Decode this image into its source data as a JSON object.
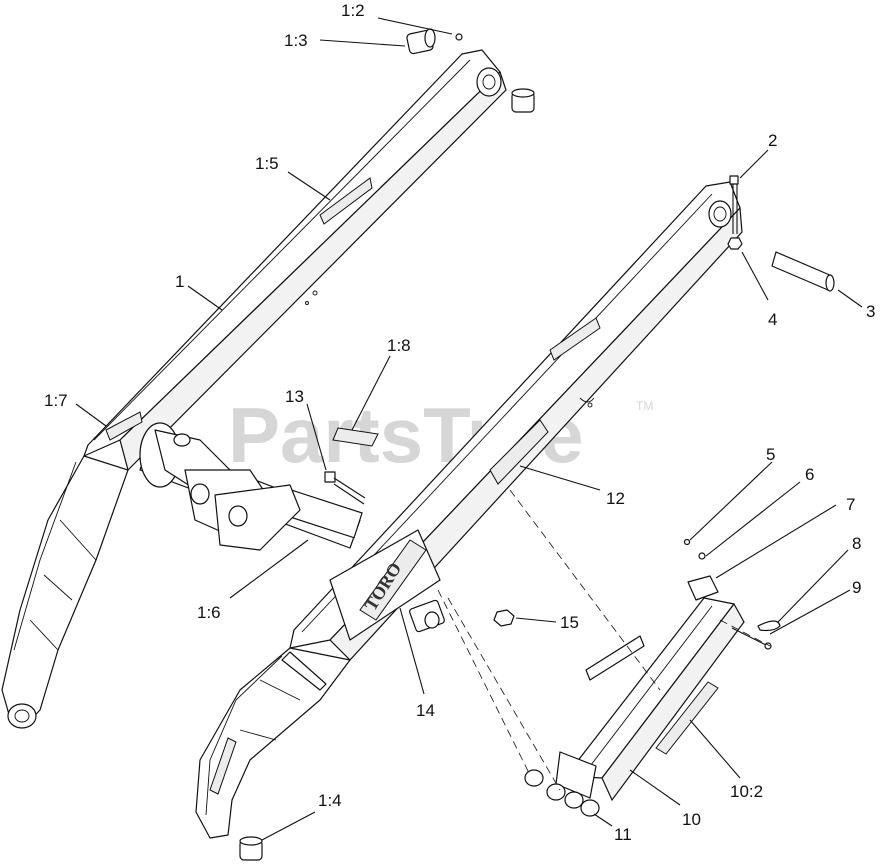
{
  "watermark": {
    "text": "PartsTree",
    "trademark": "TM"
  },
  "callouts": [
    {
      "id": "c-1-2",
      "text": "1:2"
    },
    {
      "id": "c-1-3",
      "text": "1:3"
    },
    {
      "id": "c-1-5",
      "text": "1:5"
    },
    {
      "id": "c-1",
      "text": "1"
    },
    {
      "id": "c-1-7",
      "text": "1:7"
    },
    {
      "id": "c-13",
      "text": "13"
    },
    {
      "id": "c-1-8",
      "text": "1:8"
    },
    {
      "id": "c-1-6",
      "text": "1:6"
    },
    {
      "id": "c-1-4",
      "text": "1:4"
    },
    {
      "id": "c-2",
      "text": "2"
    },
    {
      "id": "c-3",
      "text": "3"
    },
    {
      "id": "c-4",
      "text": "4"
    },
    {
      "id": "c-12",
      "text": "12"
    },
    {
      "id": "c-5",
      "text": "5"
    },
    {
      "id": "c-6",
      "text": "6"
    },
    {
      "id": "c-7",
      "text": "7"
    },
    {
      "id": "c-8",
      "text": "8"
    },
    {
      "id": "c-9",
      "text": "9"
    },
    {
      "id": "c-15",
      "text": "15"
    },
    {
      "id": "c-14",
      "text": "14"
    },
    {
      "id": "c-10-2",
      "text": "10:2"
    },
    {
      "id": "c-10",
      "text": "10"
    },
    {
      "id": "c-11",
      "text": "11"
    }
  ],
  "decals": {
    "logo": "TORO"
  }
}
